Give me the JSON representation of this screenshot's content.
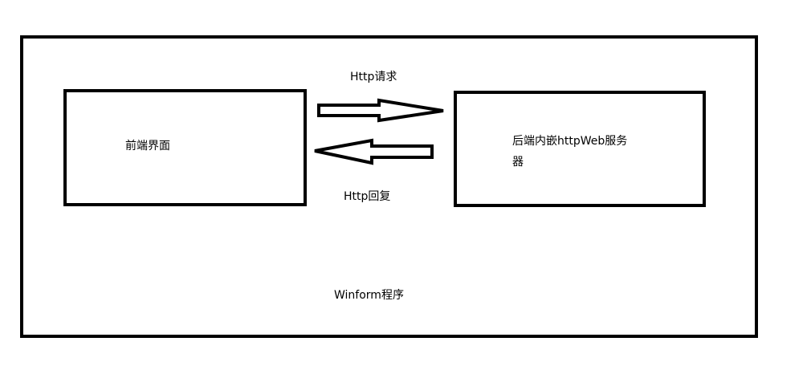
{
  "frontend": {
    "label": "前端界面"
  },
  "backend": {
    "label": "后端内嵌httpWeb服务器"
  },
  "request": {
    "label": "Http请求"
  },
  "response": {
    "label": "Http回复"
  },
  "program": {
    "label": "Winform程序"
  },
  "colors": {
    "stroke": "#000000",
    "background": "#ffffff"
  }
}
